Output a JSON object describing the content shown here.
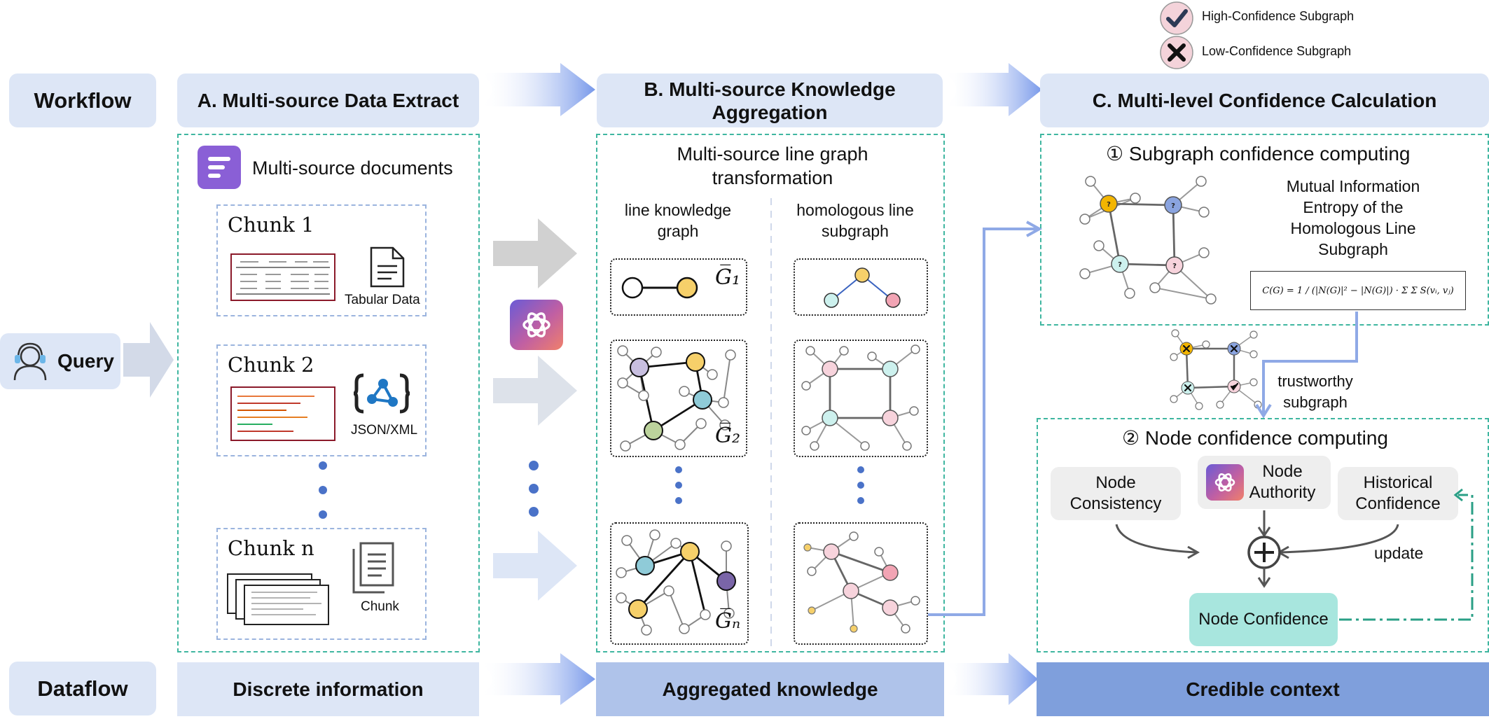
{
  "legend": {
    "high": "High-Confidence Subgraph",
    "low": "Low-Confidence Subgraph",
    "high_icon": "check-icon",
    "low_icon": "cross-icon"
  },
  "sidebar": {
    "workflow": "Workflow",
    "query": "Query",
    "dataflow": "Dataflow"
  },
  "headers": {
    "a": "A. Multi-source Data Extract",
    "b": "B. Multi-source Knowledge Aggregation",
    "c": "C. Multi-level Confidence Calculation"
  },
  "panel_a": {
    "title": "Multi-source documents",
    "chunk1": "Chunk 1",
    "chunk1_label": "Tabular Data",
    "chunk2": "Chunk 2",
    "chunk2_label": "JSON/XML",
    "chunkn": "Chunk n",
    "chunkn_label": "Chunk"
  },
  "panel_b": {
    "title": "Multi-source line graph transformation",
    "col1": "line knowledge graph",
    "col2": "homologous line subgraph",
    "g1": "G̅₁",
    "g2": "G̅₂",
    "gn": "G̅ₙ"
  },
  "panel_c": {
    "sub_title": "① Subgraph confidence computing",
    "mi_text": "Mutual Information Entropy of the Homologous Line Subgraph",
    "formula": "C(G) = 1 / (|N(G)|² − |N(G)|) · Σ Σ S(vᵢ, vⱼ)",
    "trustworthy": "trustworthy subgraph",
    "node_title": "② Node confidence computing",
    "consistency": "Node Consistency",
    "authority": "Node Authority",
    "historical": "Historical Confidence",
    "update": "update",
    "node_conf": "Node Confidence"
  },
  "dataflow": {
    "a": "Discrete information",
    "b": "Aggregated knowledge",
    "c": "Credible context"
  },
  "colors": {
    "pill": "#dde6f6",
    "dashed_panel": "#3fb6a0",
    "arrow_blue": "#8fa9e6",
    "node_conf": "#a8e6de"
  }
}
